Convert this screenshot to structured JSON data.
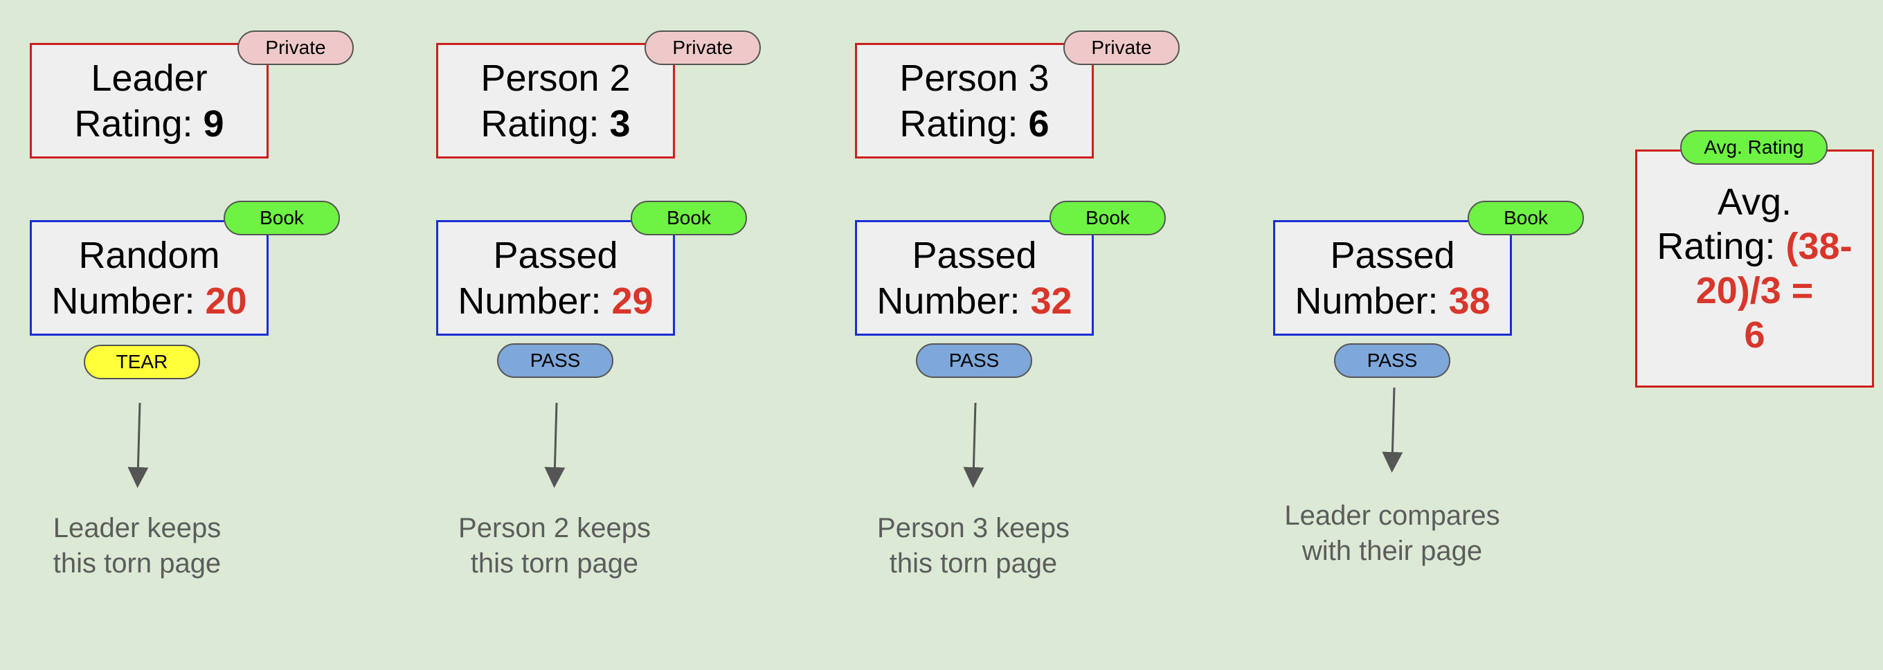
{
  "private_boxes": [
    {
      "line1": "Leader",
      "rating_label": "Rating: ",
      "rating_value": "9",
      "tag": "Private"
    },
    {
      "line1": "Person 2",
      "rating_label": "Rating: ",
      "rating_value": "3",
      "tag": "Private"
    },
    {
      "line1": "Person 3",
      "rating_label": "Rating: ",
      "rating_value": "6",
      "tag": "Private"
    }
  ],
  "book_boxes": [
    {
      "line1": "Random",
      "number_label": "Number: ",
      "number_value": "20",
      "tag": "Book",
      "action": "TEAR",
      "caption_line1": "Leader keeps",
      "caption_line2": "this torn page"
    },
    {
      "line1": "Passed",
      "number_label": "Number: ",
      "number_value": "29",
      "tag": "Book",
      "action": "PASS",
      "caption_line1": "Person 2 keeps",
      "caption_line2": "this torn page"
    },
    {
      "line1": "Passed",
      "number_label": "Number: ",
      "number_value": "32",
      "tag": "Book",
      "action": "PASS",
      "caption_line1": "Person 3 keeps",
      "caption_line2": "this torn page"
    },
    {
      "line1": "Passed",
      "number_label": "Number: ",
      "number_value": "38",
      "tag": "Book",
      "action": "PASS",
      "caption_line1": "Leader compares",
      "caption_line2": "with their page"
    }
  ],
  "avg_box": {
    "tag": "Avg. Rating",
    "line1": "Avg.",
    "line2_label": "Rating: ",
    "line2_value": "(38-",
    "line3": "20)/3 =",
    "line4": "6"
  },
  "colors": {
    "background": "#dce9d5",
    "private_border": "#cc1f1f",
    "book_border": "#1a2ed6",
    "highlight_red": "#d9362b",
    "tag_private": "#efc9c9",
    "tag_book": "#6ef243",
    "tag_tear": "#ffff3a",
    "tag_pass": "#7ea7da",
    "caption_gray": "#5c5c5c"
  }
}
